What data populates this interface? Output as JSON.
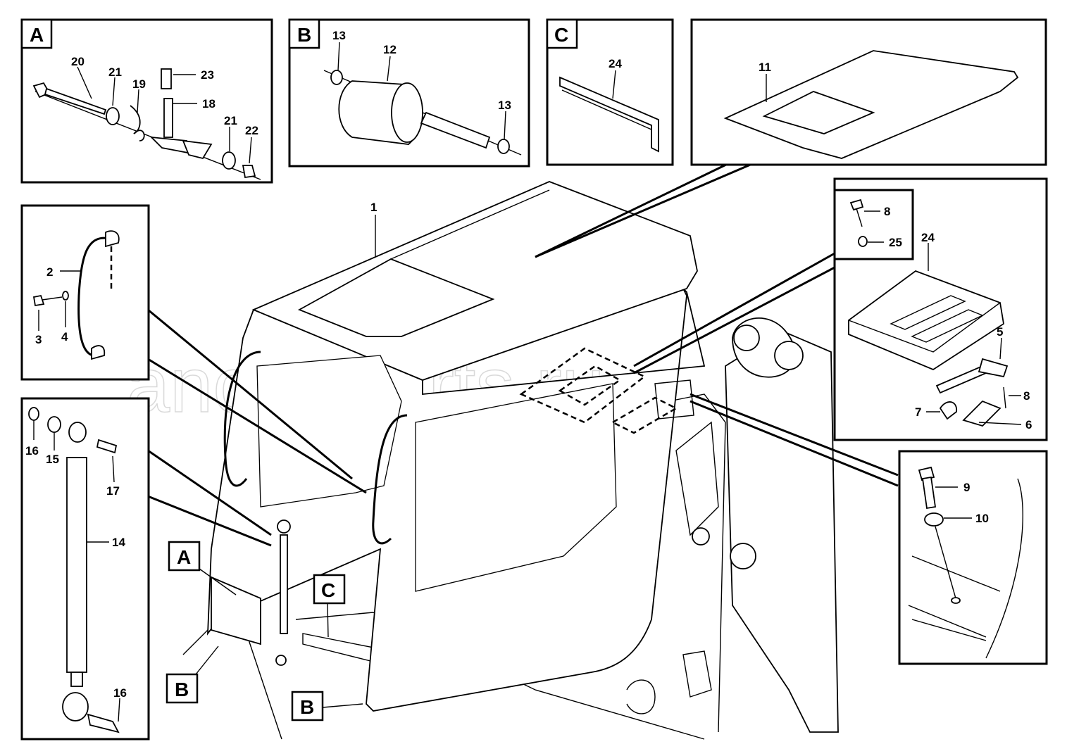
{
  "watermark": "ancat-parts.ru",
  "inset_tags": {
    "A": "A",
    "B": "B",
    "C": "C"
  },
  "numbers": {
    "n1": "1",
    "n2": "2",
    "n3": "3",
    "n4": "4",
    "n5": "5",
    "n6": "6",
    "n7": "7",
    "n8": "8",
    "n9": "9",
    "n10": "10",
    "n11": "11",
    "n12": "12",
    "n13": "13",
    "n14": "14",
    "n15": "15",
    "n16": "16",
    "n17": "17",
    "n18": "18",
    "n19": "19",
    "n20": "20",
    "n21": "21",
    "n22": "22",
    "n23": "23",
    "n24": "24",
    "n25": "25"
  }
}
